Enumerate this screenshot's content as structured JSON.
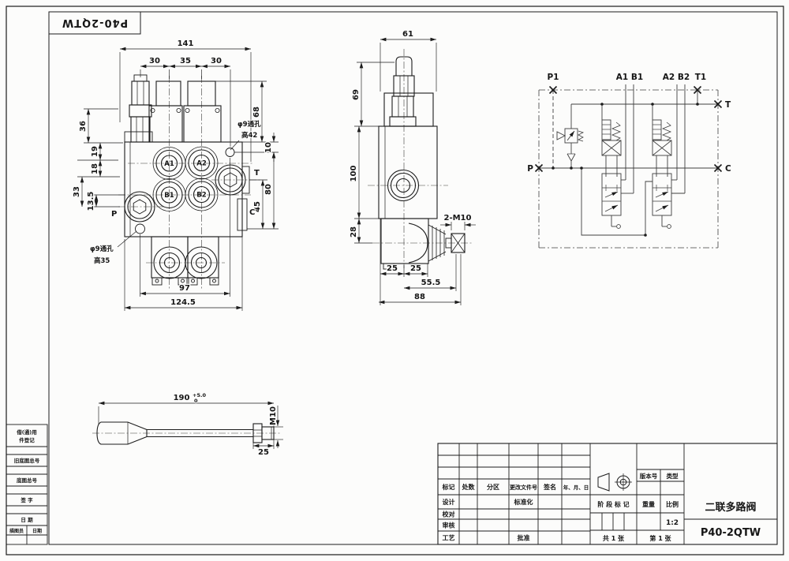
{
  "style": {
    "paper": "#fcfcfb",
    "line": "#1c1c1c"
  },
  "corner": {
    "model": "P40-2QTW"
  },
  "front": {
    "d141": "141",
    "d30a": "30",
    "d35": "35",
    "d30b": "30",
    "d68": "68",
    "d10": "10",
    "d80": "80",
    "d45": "45",
    "d36": "36",
    "d19": "19",
    "d18": "18",
    "d33": "33",
    "d13_5": "13.5",
    "d97": "97",
    "d124_5": "124.5",
    "a1": "A1",
    "a2": "A2",
    "b1": "B1",
    "b2": "B2",
    "t": "T",
    "c": "C",
    "p": "P",
    "note_top1": "φ9通孔",
    "note_top2": "高42",
    "note_bot1": "φ9通孔",
    "note_bot2": "高35"
  },
  "side": {
    "d61": "61",
    "d69": "69",
    "d100": "100",
    "d28": "28",
    "d25a": "25",
    "d25b": "25",
    "d55_5": "55.5",
    "d88": "88",
    "thread": "2-M10"
  },
  "schem": {
    "p1": "P1",
    "a1b1": "A1 B1",
    "a2b2": "A2 B2",
    "t1": "T1",
    "t": "T",
    "c": "C",
    "p": "P"
  },
  "lever": {
    "d190": "190",
    "tol_plus": "+5.0",
    "tol_zero": "0",
    "d25": "25",
    "m10": "M10"
  },
  "strip": {
    "r1a": "借(通)用",
    "r1b": "件登记",
    "r2": "旧底图总号",
    "r3": "底图总号",
    "r4": "签 字",
    "r5": "日 期",
    "r6a": "描图员",
    "r6b": "日期"
  },
  "tb": {
    "mark": "标记",
    "count": "处数",
    "zone": "分区",
    "doc_no": "更改文件号",
    "sign": "签名",
    "date": "年、月、日",
    "design": "设计",
    "check": "校对",
    "review": "审核",
    "process": "工艺",
    "standard": "标准化",
    "approve": "批准",
    "stage": "阶 段 标 记",
    "weight": "重量",
    "scale": "比例",
    "scale_val": "1:2",
    "version": "版本号",
    "type": "类型",
    "total": "共 1 张",
    "sheet": "第 1 张",
    "name": "二联多路阀",
    "model": "P40-2QTW"
  }
}
